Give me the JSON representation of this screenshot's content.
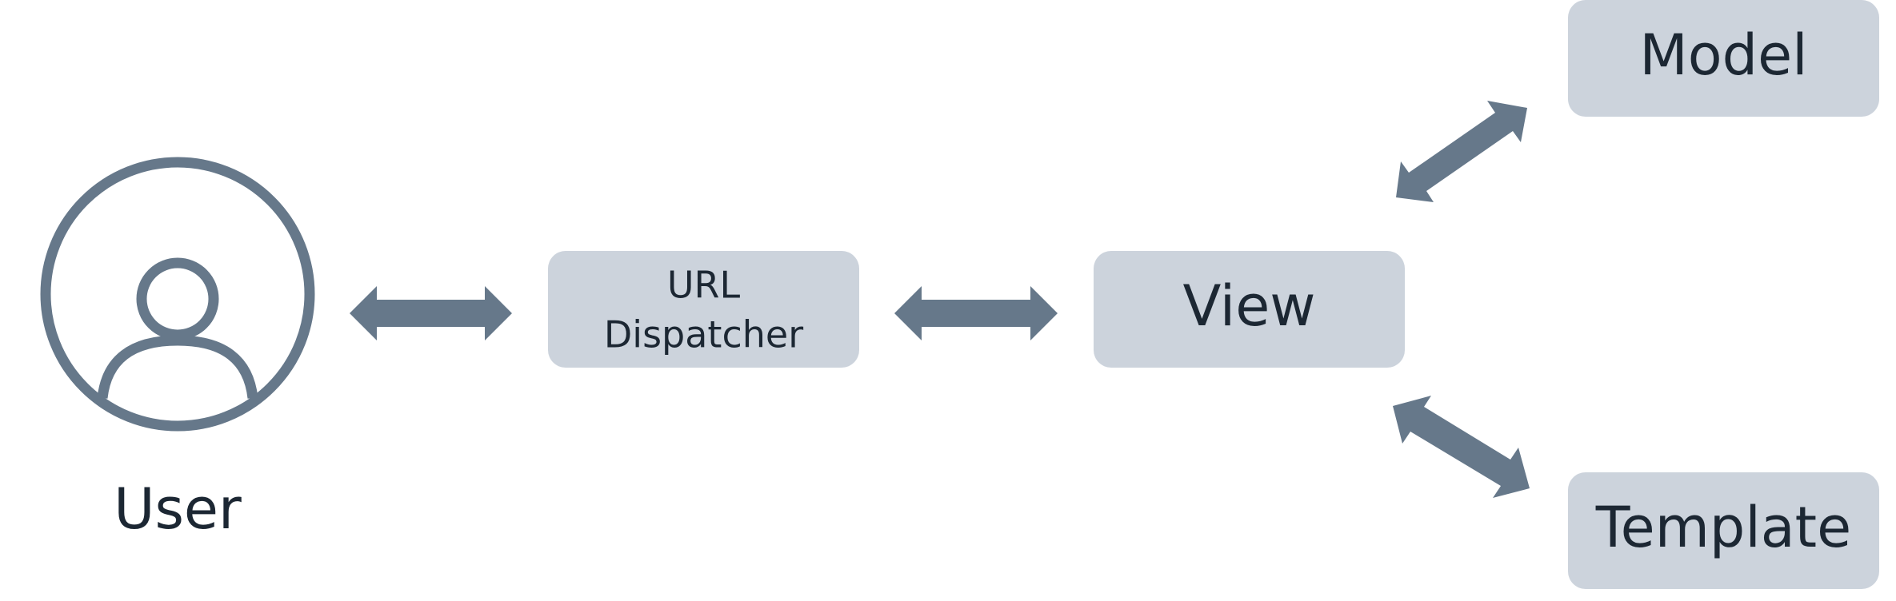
{
  "diagram": {
    "nodes": {
      "user": {
        "label": "User"
      },
      "url_dispatcher": {
        "label_line1": "URL",
        "label_line2": "Dispatcher"
      },
      "view": {
        "label": "View"
      },
      "model": {
        "label": "Model"
      },
      "template": {
        "label": "Template"
      }
    },
    "edges": [
      {
        "from": "User",
        "to": "URL Dispatcher",
        "direction": "bidirectional"
      },
      {
        "from": "URL Dispatcher",
        "to": "View",
        "direction": "bidirectional"
      },
      {
        "from": "View",
        "to": "Model",
        "direction": "bidirectional"
      },
      {
        "from": "View",
        "to": "Template",
        "direction": "bidirectional"
      }
    ],
    "colors": {
      "box_fill": "#ccd3dc",
      "arrow_and_icon": "#66788a",
      "text": "#1c2733"
    },
    "icons": {
      "user": "user-avatar-icon"
    }
  }
}
